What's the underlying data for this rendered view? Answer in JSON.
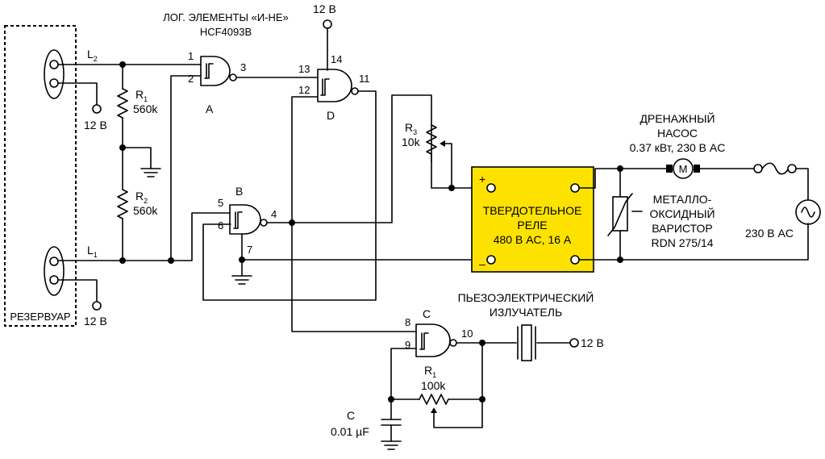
{
  "title": {
    "line1": "ЛОГ. ЭЛЕМЕНТЫ «И-НЕ»",
    "line2": "HCF4093B"
  },
  "supply_labels": {
    "top": "12 В",
    "probe_l2": "12 В",
    "probe_l1": "12 В",
    "piezo": "12 В"
  },
  "reservoir": {
    "label": "РЕЗЕРВУАР"
  },
  "lines": {
    "l2": {
      "main": "L",
      "sub": "2"
    },
    "l1": {
      "main": "L",
      "sub": "1"
    }
  },
  "resistors": {
    "r1": {
      "main": "R",
      "sub": "1",
      "value": "560k"
    },
    "r2": {
      "main": "R",
      "sub": "2",
      "value": "560k"
    },
    "r3": {
      "main": "R",
      "sub": "3",
      "value": "10k"
    },
    "r1c": {
      "main": "R",
      "sub": "1",
      "value": "100k"
    }
  },
  "capacitor": {
    "name": "C",
    "value": "0.01 µF"
  },
  "gates": {
    "a": {
      "name": "A",
      "pins": [
        "1",
        "2",
        "3"
      ]
    },
    "b": {
      "name": "B",
      "pins": [
        "5",
        "6",
        "4",
        "7"
      ]
    },
    "c": {
      "name": "C",
      "pins": [
        "8",
        "9",
        "10"
      ]
    },
    "d": {
      "name": "D",
      "pins": [
        "13",
        "12",
        "11",
        "14"
      ]
    }
  },
  "relay": {
    "line1": "ТВЕРДОТЕЛЬНОЕ",
    "line2": "РЕЛЕ",
    "line3": "480 В AC, 16 А",
    "plus": "+",
    "minus": "–"
  },
  "pump": {
    "line1": "ДРЕНАЖНЫЙ",
    "line2": "НАСОС",
    "line3": "0.37 кВт, 230 В AC",
    "symbol": "M"
  },
  "varistor": {
    "line1": "МЕТАЛЛО-",
    "line2": "ОКСИДНЫЙ",
    "line3": "ВАРИСТОР",
    "line4": "RDN 275/14"
  },
  "mains": {
    "label": "230 В AC"
  },
  "piezo": {
    "line1": "ПЬЕЗОЭЛЕКТРИЧЕСКИЙ",
    "line2": "ИЗЛУЧАТЕЛЬ"
  }
}
